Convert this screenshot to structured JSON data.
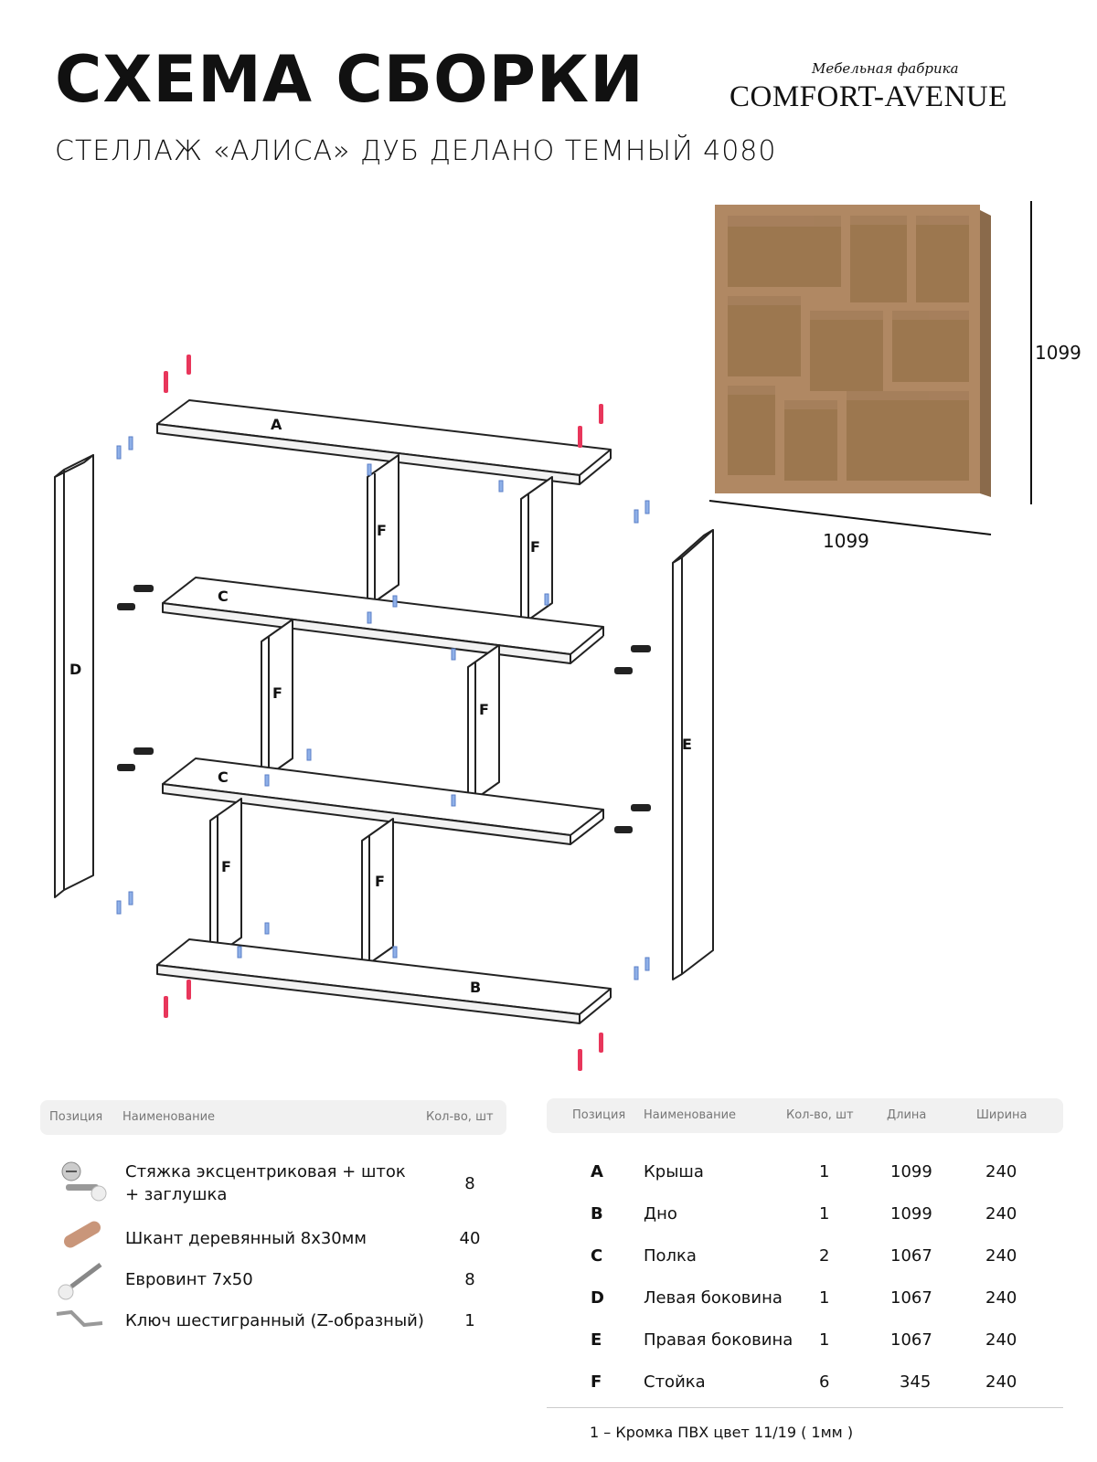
{
  "header": {
    "title": "СХЕМА СБОРКИ",
    "subtitle": "СТЕЛЛАЖ «АЛИСА» ДУБ ДЕЛАНО ТЕМНЫЙ 4080",
    "brand_small": "Мебельная фабрика",
    "brand_name": "COMFORT-AVENUE"
  },
  "dimensions": {
    "height": "1099",
    "width": "1099"
  },
  "diagram_labels": {
    "A": "A",
    "B": "B",
    "C1": "C",
    "C2": "C",
    "D": "D",
    "E": "E",
    "F1": "F",
    "F2": "F",
    "F3": "F",
    "F4": "F",
    "F5": "F",
    "F6": "F"
  },
  "colors": {
    "oak": "#b08863",
    "oak_dark": "#8a6a4b",
    "fastener_red": "#e8365b",
    "dowel_blue": "#6b8fd6"
  },
  "fittings_table": {
    "headers": {
      "position": "Позиция",
      "name": "Наименование",
      "qty": "Кол-во, шт"
    },
    "rows": [
      {
        "icon": "eccentric-tie-icon",
        "name_line1": "Стяжка эксцентриковая + шток",
        "name_line2": "+ заглушка",
        "qty": "8"
      },
      {
        "icon": "wooden-dowel-icon",
        "name_line1": "Шкант деревянный 8х30мм",
        "name_line2": "",
        "qty": "40"
      },
      {
        "icon": "euro-screw-icon",
        "name_line1": "Евровинт 7х50",
        "name_line2": "",
        "qty": "8"
      },
      {
        "icon": "hex-key-icon",
        "name_line1": "Ключ шестигранный (Z-образный)",
        "name_line2": "",
        "qty": "1"
      }
    ]
  },
  "parts_table": {
    "headers": {
      "position": "Позиция",
      "name": "Наименование",
      "qty": "Кол-во, шт",
      "length": "Длина",
      "width": "Ширина"
    },
    "rows": [
      {
        "pos": "A",
        "name": "Крыша",
        "qty": "1",
        "length": "1099",
        "width": "240"
      },
      {
        "pos": "B",
        "name": "Дно",
        "qty": "1",
        "length": "1099",
        "width": "240"
      },
      {
        "pos": "C",
        "name": "Полка",
        "qty": "2",
        "length": "1067",
        "width": "240"
      },
      {
        "pos": "D",
        "name": "Левая боковина",
        "qty": "1",
        "length": "1067",
        "width": "240"
      },
      {
        "pos": "E",
        "name": "Правая боковина",
        "qty": "1",
        "length": "1067",
        "width": "240"
      },
      {
        "pos": "F",
        "name": "Стойка",
        "qty": "6",
        "length": "345",
        "width": "240"
      }
    ]
  },
  "footnote": "1 – Кромка ПВХ цвет 11/19 ( 1мм )"
}
